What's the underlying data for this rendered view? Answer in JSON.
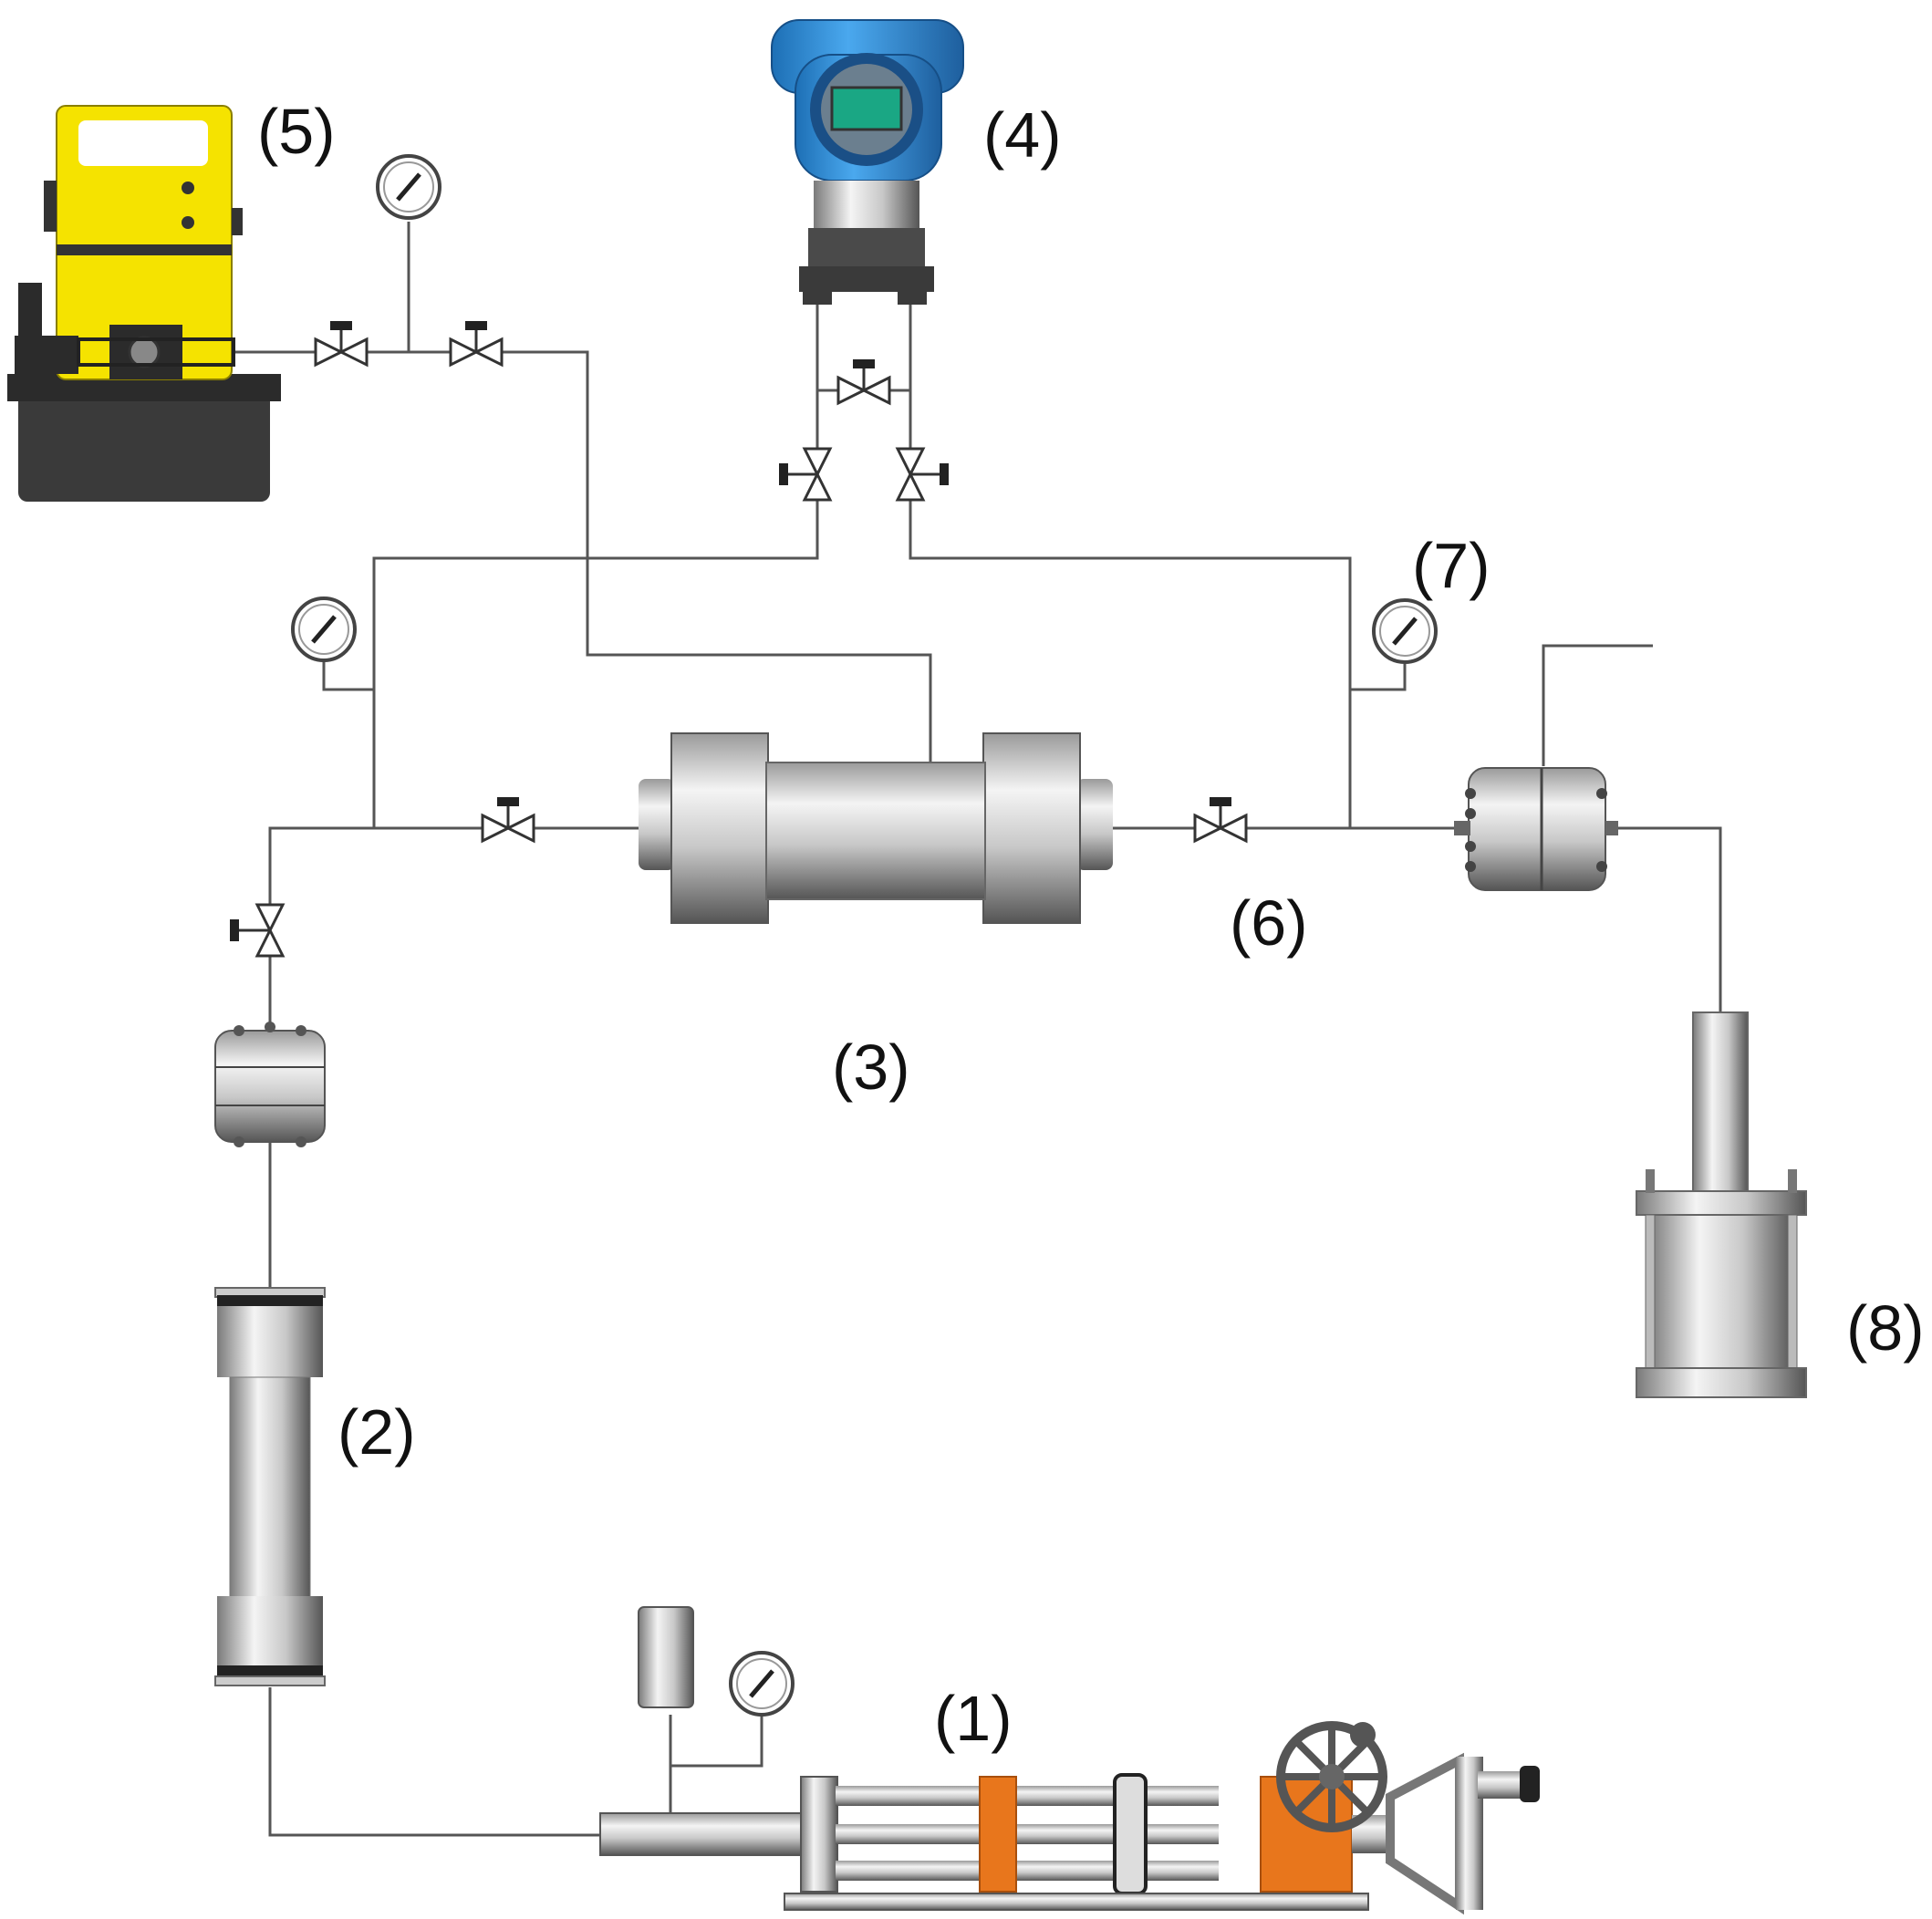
{
  "labels": {
    "pump": "(1)",
    "vessel": "(2)",
    "core_holder": "(3)",
    "dp_transmitter": "(4)",
    "hydraulic_pump": "(5)",
    "valve": "(6)",
    "gauge": "(7)",
    "collector": "(8)"
  },
  "colors": {
    "steel_light": "#f2f2f2",
    "steel_dark": "#6e6e6e",
    "yellow": "#f5e300",
    "orange": "#e8761c",
    "blue": "#2f8fd8",
    "screen": "#1aa784",
    "dark": "#3a3a3a"
  }
}
